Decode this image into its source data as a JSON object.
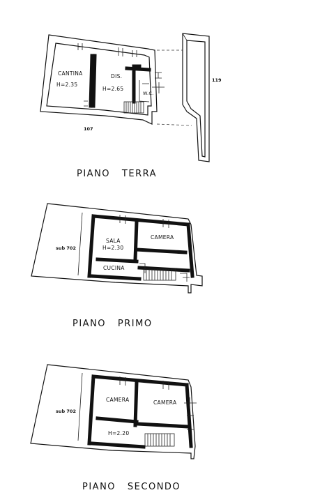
{
  "floors": [
    {
      "title": "PIANO   TERRA",
      "rooms": [
        {
          "name": "CANTINA",
          "height": "H=2.35"
        },
        {
          "name": "DIS.",
          "height": "H=2.65"
        },
        {
          "name": "W.C."
        }
      ],
      "parcels": [
        "107",
        "119"
      ]
    },
    {
      "title": "PIANO   PRIMO",
      "rooms": [
        {
          "name": "SALA",
          "height": "H=2.30"
        },
        {
          "name": "CAMERA"
        },
        {
          "name": "CUCINA"
        }
      ],
      "parcels": [
        "sub 702"
      ]
    },
    {
      "title": "PIANO   SECONDO",
      "rooms": [
        {
          "name": "CAMERA"
        },
        {
          "name": "CAMERA"
        },
        {
          "name": "H=2.20"
        }
      ],
      "parcels": [
        "sub 702"
      ]
    }
  ]
}
